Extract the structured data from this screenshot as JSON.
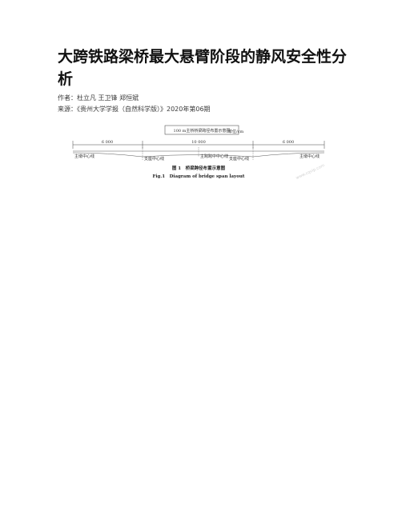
{
  "article": {
    "title": "大跨铁路梁桥最大悬臂阶段的静风安全性分析",
    "authors_prefix": "作者：",
    "authors": "杜立凡 王卫锋 郑恒斌",
    "source_prefix": "来源：",
    "source": "《贵州大学学报（自然科学版）》2020年第06期"
  },
  "figure": {
    "banner": "100 m主桥桥梁跨径布置示意图",
    "unit": "单位/cm",
    "spans": [
      "6 000",
      "10 000",
      "6 000"
    ],
    "labels": {
      "pier_left_end": "主墩中心线",
      "pier_1": "支座中心线",
      "mid_span": "主跨跨中中心线",
      "pier_2": "支座中心线",
      "pier_right_end": "主墩中心线"
    },
    "caption_cn": "图 1　桥梁跨径布置示意图",
    "caption_en": "Fig.1　Diagram of bridge span layout",
    "watermark": "www.cqvip.com"
  }
}
